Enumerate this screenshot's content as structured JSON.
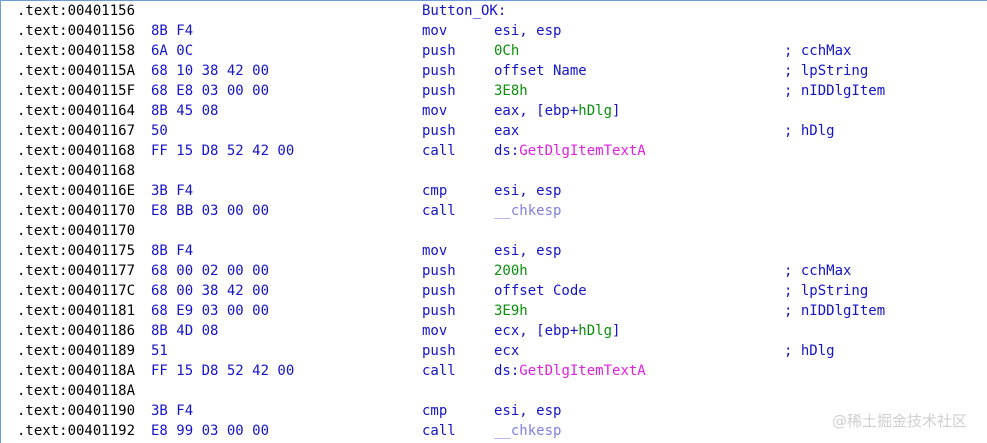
{
  "colors": {
    "address": "#000000",
    "code": "#1414c8",
    "number": "#0a8f0a",
    "api_name": "#e020e0",
    "library_func": "#8080e0",
    "background": "#ffffff"
  },
  "lines": [
    {
      "addr": ".text:00401156",
      "bytes": "",
      "label": "Button_OK:",
      "mnemonic": "",
      "operands": [],
      "comment": ""
    },
    {
      "addr": ".text:00401156",
      "bytes": "8B F4",
      "label": "",
      "mnemonic": "mov",
      "operands": [
        {
          "t": "esi, esp",
          "c": "plain"
        }
      ],
      "comment": ""
    },
    {
      "addr": ".text:00401158",
      "bytes": "6A 0C",
      "label": "",
      "mnemonic": "push",
      "operands": [
        {
          "t": "0Ch",
          "c": "num"
        }
      ],
      "comment": "; cchMax"
    },
    {
      "addr": ".text:0040115A",
      "bytes": "68 10 38 42 00",
      "label": "",
      "mnemonic": "push",
      "operands": [
        {
          "t": "offset Name",
          "c": "plain"
        }
      ],
      "comment": "; lpString"
    },
    {
      "addr": ".text:0040115F",
      "bytes": "68 E8 03 00 00",
      "label": "",
      "mnemonic": "push",
      "operands": [
        {
          "t": "3E8h",
          "c": "num"
        }
      ],
      "comment": "; nIDDlgItem"
    },
    {
      "addr": ".text:00401164",
      "bytes": "8B 45 08",
      "label": "",
      "mnemonic": "mov",
      "operands": [
        {
          "t": "eax, [ebp+",
          "c": "plain"
        },
        {
          "t": "hDlg",
          "c": "num"
        },
        {
          "t": "]",
          "c": "plain"
        }
      ],
      "comment": ""
    },
    {
      "addr": ".text:00401167",
      "bytes": "50",
      "label": "",
      "mnemonic": "push",
      "operands": [
        {
          "t": "eax",
          "c": "plain"
        }
      ],
      "comment": "; hDlg"
    },
    {
      "addr": ".text:00401168",
      "bytes": "FF 15 D8 52 42 00",
      "label": "",
      "mnemonic": "call",
      "operands": [
        {
          "t": "ds:",
          "c": "plain"
        },
        {
          "t": "GetDlgItemTextA",
          "c": "api"
        }
      ],
      "comment": ""
    },
    {
      "addr": ".text:00401168",
      "bytes": "",
      "label": "",
      "mnemonic": "",
      "operands": [],
      "comment": ""
    },
    {
      "addr": ".text:0040116E",
      "bytes": "3B F4",
      "label": "",
      "mnemonic": "cmp",
      "operands": [
        {
          "t": "esi, esp",
          "c": "plain"
        }
      ],
      "comment": ""
    },
    {
      "addr": ".text:00401170",
      "bytes": "E8 BB 03 00 00",
      "label": "",
      "mnemonic": "call",
      "operands": [
        {
          "t": "__chkesp",
          "c": "lib"
        }
      ],
      "comment": ""
    },
    {
      "addr": ".text:00401170",
      "bytes": "",
      "label": "",
      "mnemonic": "",
      "operands": [],
      "comment": ""
    },
    {
      "addr": ".text:00401175",
      "bytes": "8B F4",
      "label": "",
      "mnemonic": "mov",
      "operands": [
        {
          "t": "esi, esp",
          "c": "plain"
        }
      ],
      "comment": ""
    },
    {
      "addr": ".text:00401177",
      "bytes": "68 00 02 00 00",
      "label": "",
      "mnemonic": "push",
      "operands": [
        {
          "t": "200h",
          "c": "num"
        }
      ],
      "comment": "; cchMax"
    },
    {
      "addr": ".text:0040117C",
      "bytes": "68 00 38 42 00",
      "label": "",
      "mnemonic": "push",
      "operands": [
        {
          "t": "offset Code",
          "c": "plain"
        }
      ],
      "comment": "; lpString"
    },
    {
      "addr": ".text:00401181",
      "bytes": "68 E9 03 00 00",
      "label": "",
      "mnemonic": "push",
      "operands": [
        {
          "t": "3E9h",
          "c": "num"
        }
      ],
      "comment": "; nIDDlgItem"
    },
    {
      "addr": ".text:00401186",
      "bytes": "8B 4D 08",
      "label": "",
      "mnemonic": "mov",
      "operands": [
        {
          "t": "ecx, [ebp+",
          "c": "plain"
        },
        {
          "t": "hDlg",
          "c": "num"
        },
        {
          "t": "]",
          "c": "plain"
        }
      ],
      "comment": ""
    },
    {
      "addr": ".text:00401189",
      "bytes": "51",
      "label": "",
      "mnemonic": "push",
      "operands": [
        {
          "t": "ecx",
          "c": "plain"
        }
      ],
      "comment": "; hDlg"
    },
    {
      "addr": ".text:0040118A",
      "bytes": "FF 15 D8 52 42 00",
      "label": "",
      "mnemonic": "call",
      "operands": [
        {
          "t": "ds:",
          "c": "plain"
        },
        {
          "t": "GetDlgItemTextA",
          "c": "api"
        }
      ],
      "comment": ""
    },
    {
      "addr": ".text:0040118A",
      "bytes": "",
      "label": "",
      "mnemonic": "",
      "operands": [],
      "comment": ""
    },
    {
      "addr": ".text:00401190",
      "bytes": "3B F4",
      "label": "",
      "mnemonic": "cmp",
      "operands": [
        {
          "t": "esi, esp",
          "c": "plain"
        }
      ],
      "comment": ""
    },
    {
      "addr": ".text:00401192",
      "bytes": "E8 99 03 00 00",
      "label": "",
      "mnemonic": "call",
      "operands": [
        {
          "t": "__chkesp",
          "c": "lib"
        }
      ],
      "comment": ""
    }
  ],
  "watermark": "@稀土掘金技术社区"
}
